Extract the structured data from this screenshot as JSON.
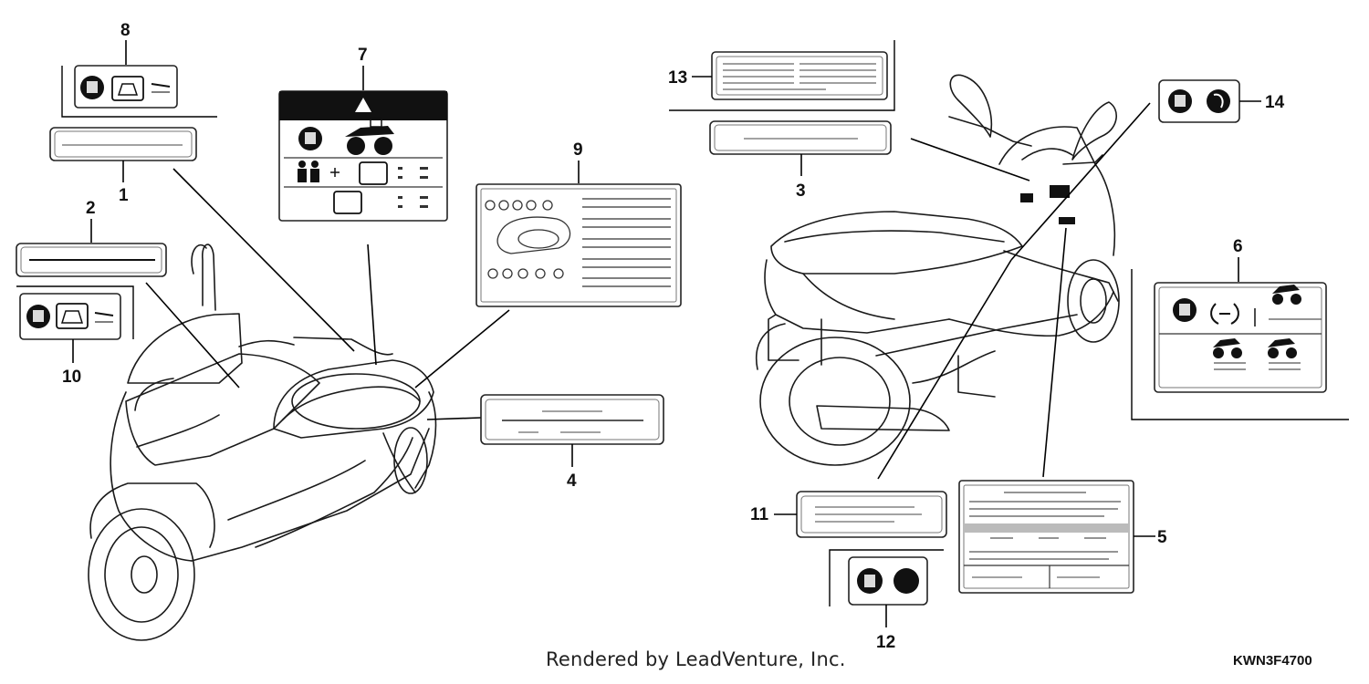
{
  "callouts": {
    "c1": "1",
    "c2": "2",
    "c3": "3",
    "c4": "4",
    "c5": "5",
    "c6": "6",
    "c7": "7",
    "c8": "8",
    "c9": "9",
    "c10": "10",
    "c11": "11",
    "c12": "12",
    "c13": "13",
    "c14": "14"
  },
  "footer": {
    "watermark": "Rendered by LeadVenture, Inc.",
    "part_code": "KWN3F4700"
  },
  "colors": {
    "line": "#1a1a1a",
    "label_fill": "#ffffff",
    "icon": "#111111"
  },
  "icons": [
    "manual-icon",
    "luggage-icon",
    "motorcycle-icon",
    "rider-icon",
    "passenger-icon",
    "warning-triangle-icon"
  ]
}
